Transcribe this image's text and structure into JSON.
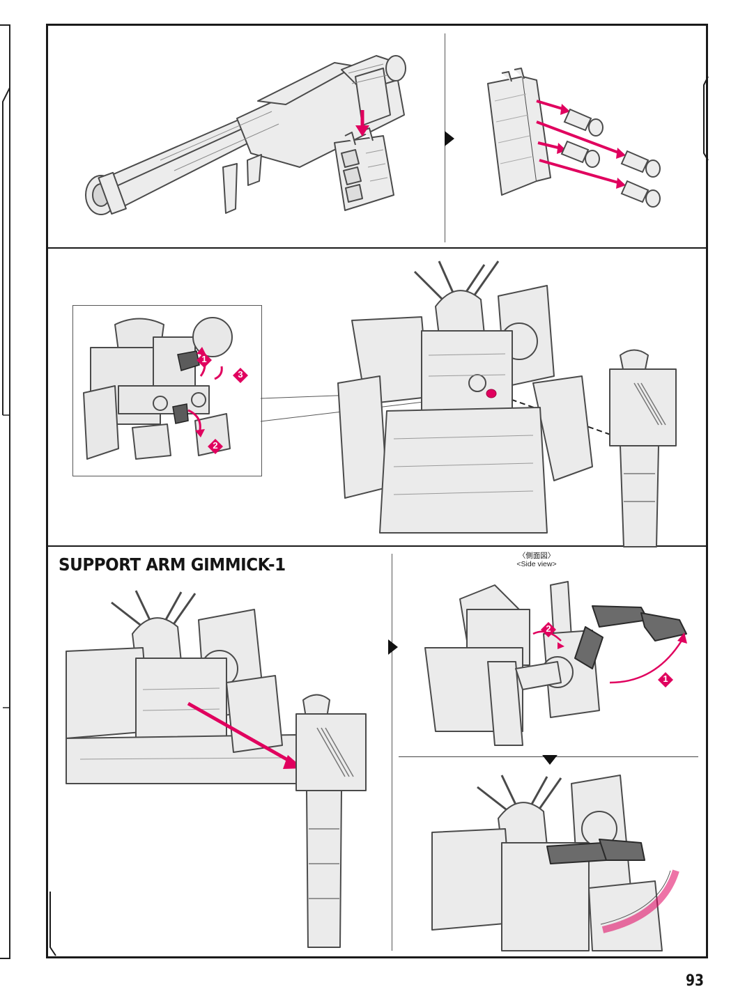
{
  "section": {
    "title": "SUPPORT ARM GIMMICK-1"
  },
  "side_view": {
    "jp_label": "〈側面図〉",
    "en_label": "<Side view>"
  },
  "step_badges": {
    "detail": [
      "1",
      "2",
      "3"
    ],
    "side_view": [
      "1",
      "2"
    ]
  },
  "page": {
    "number": "93"
  },
  "colors": {
    "frame": "#1a1a1a",
    "accent_magenta": "#e0005e",
    "part_fill": "#e9e9e9",
    "part_stroke": "#4a4a4a",
    "dark_part": "#6b6b6b"
  }
}
